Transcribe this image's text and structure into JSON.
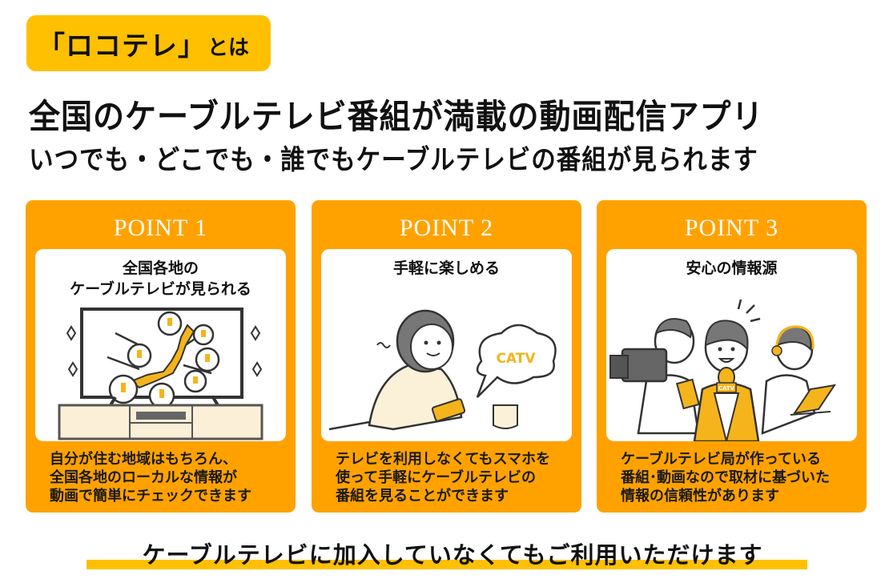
{
  "badge": {
    "main": "「ロコテレ」",
    "sub": "とは"
  },
  "headline": "全国のケーブルテレビ番組が満載の動画配信アプリ",
  "subheadline": "いつでも・どこでも・誰でもケーブルテレビの番組が見られます",
  "colors": {
    "badge_yellow": "#fec000",
    "card_orange": "#ffa200",
    "panel_white": "#ffffff",
    "text": "#111111"
  },
  "cards": [
    {
      "point": "POINT 1",
      "title_line1": "全国各地の",
      "title_line2": "ケーブルテレビが見られる",
      "illustration": "tv-japan-map-icon",
      "desc_line1": "自分が住む地域はもちろん、",
      "desc_line2": "全国各地のローカルな情報が",
      "desc_line3": "動画で簡単にチェックできます"
    },
    {
      "point": "POINT 2",
      "title_line1": "手軽に楽しめる",
      "title_line2": "",
      "illustration": "woman-smartphone-icon",
      "bubble_text": "CATV",
      "desc_line1": "テレビを利用しなくてもスマホを",
      "desc_line2": "使って手軽にケーブルテレビの",
      "desc_line3": "番組を見ることができます"
    },
    {
      "point": "POINT 3",
      "title_line1": "安心の情報源",
      "title_line2": "",
      "illustration": "news-crew-icon",
      "mic_label": "CATV",
      "desc_line1": "ケーブルテレビ局が作っている",
      "desc_line2": "番組･動画なので取材に基づいた",
      "desc_line3": "情報の信頼性があります"
    }
  ],
  "footer": "ケーブルテレビに加入していなくてもご利用いただけます"
}
